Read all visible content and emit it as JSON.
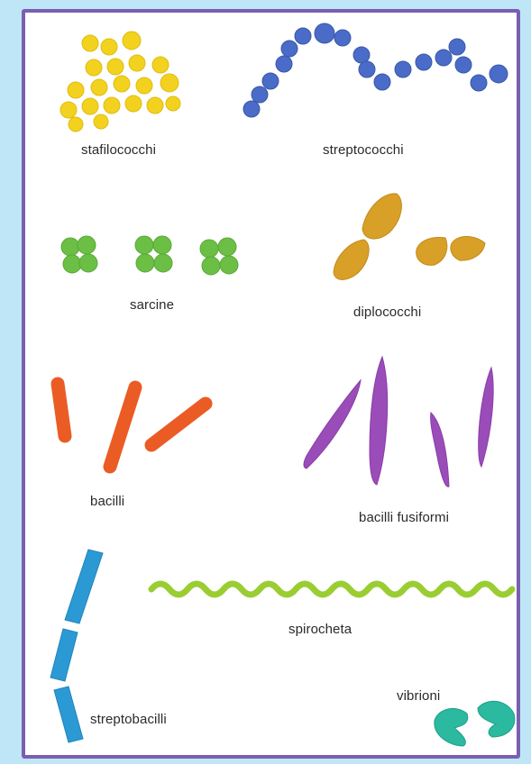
{
  "labels": {
    "stafilococchi": "stafilococchi",
    "streptococchi": "streptococchi",
    "sarcine": "sarcine",
    "diplococchi": "diplococchi",
    "bacilli": "bacilli",
    "bacilli_fusiformi": "bacilli fusiformi",
    "spirocheta": "spirocheta",
    "streptobacilli": "streptobacilli",
    "vibrioni": "vibrioni"
  },
  "colors": {
    "stafilococchi": "#f2d21e",
    "streptococchi": "#4a6cc8",
    "sarcine": "#6cbf45",
    "diplococchi": "#d9a027",
    "bacilli": "#ea5c24",
    "bacilli_fusiformi": "#9a4cb8",
    "spirocheta": "#9acd32",
    "streptobacilli": "#2b9ad4",
    "vibrioni": "#2bb9a0",
    "frame": "#7a5fb0",
    "background": "#bfe6f6"
  }
}
